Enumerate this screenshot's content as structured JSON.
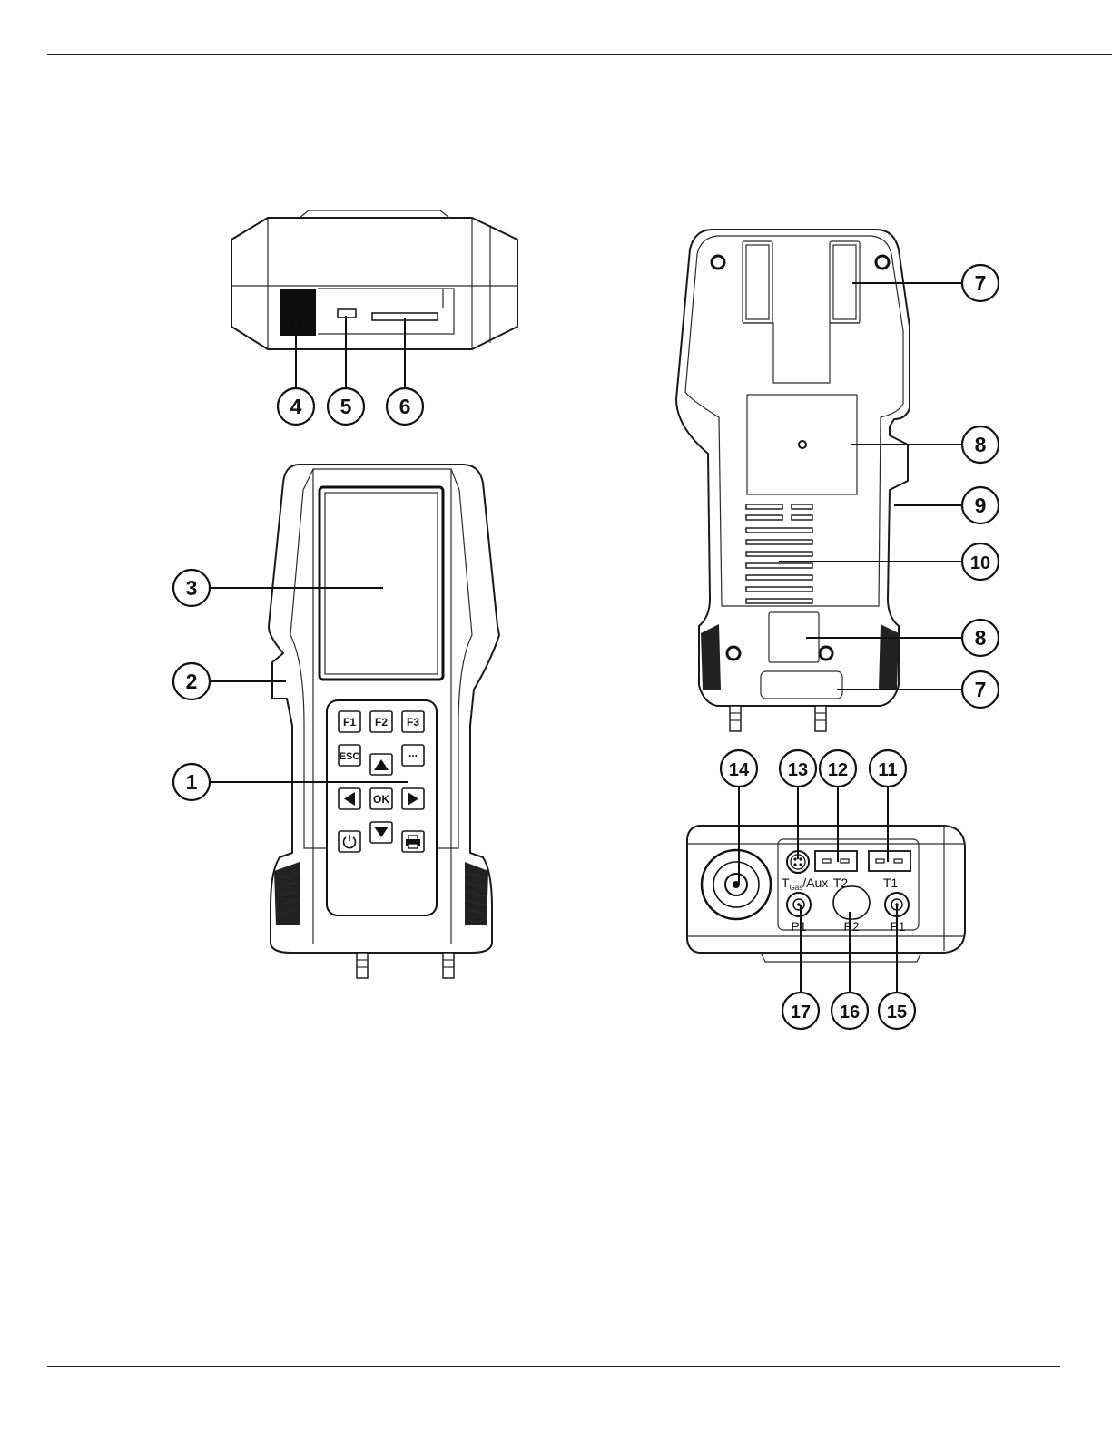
{
  "callouts": [
    "1",
    "2",
    "3",
    "4",
    "5",
    "6",
    "7",
    "8",
    "9",
    "10",
    "11",
    "12",
    "13",
    "14",
    "15",
    "16",
    "17"
  ],
  "keypad": {
    "f1": "F1",
    "f2": "F2",
    "f3": "F3",
    "esc": "ESC",
    "more": "...",
    "ok": "OK"
  },
  "ports": {
    "tgas_aux": "T",
    "tgas_sub": "Gas",
    "aux": "/Aux",
    "t2": "T2",
    "t1": "T1",
    "p1_left": "P1",
    "p2": "P2",
    "p1_right": "P1"
  }
}
